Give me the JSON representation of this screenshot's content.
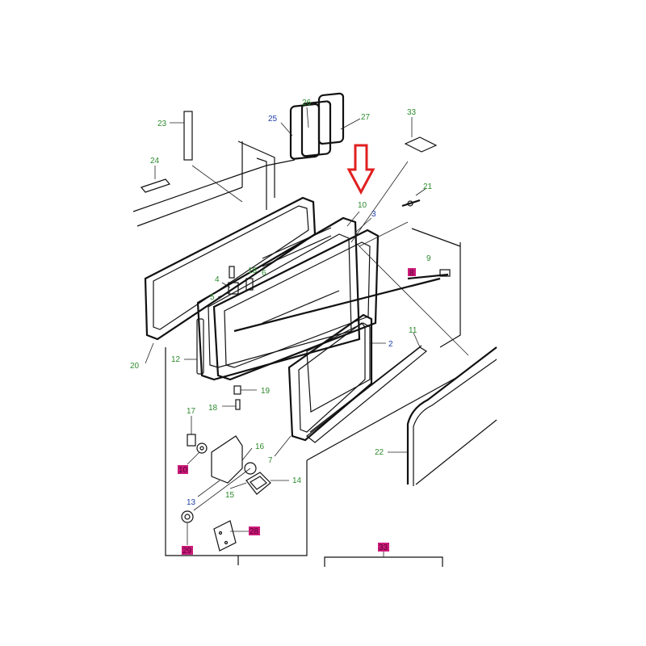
{
  "colors": {
    "label_green": "#2e8b2e",
    "label_blue": "#1f3fa8",
    "badge_magenta": "#cc1a7a",
    "arrow_red": "#e02020"
  },
  "labels": {
    "l23": "23",
    "l24": "24",
    "l25": "25",
    "l26": "26",
    "l27": "27",
    "l33top": "33",
    "l21": "21",
    "l10": "10",
    "l3": "3",
    "l18a": "18",
    "l6": "6",
    "l4": "4",
    "l5": "5",
    "l9": "9",
    "l8": "8",
    "l11": "11",
    "l2": "2",
    "l20": "20",
    "l12": "12",
    "l19": "19",
    "l18b": "18",
    "l17": "17",
    "l16": "16",
    "l10b": "10",
    "l7": "7",
    "l14": "14",
    "l13": "13",
    "l15": "15",
    "l22": "22",
    "l28": "28",
    "l29": "29",
    "l33bot": "33"
  }
}
